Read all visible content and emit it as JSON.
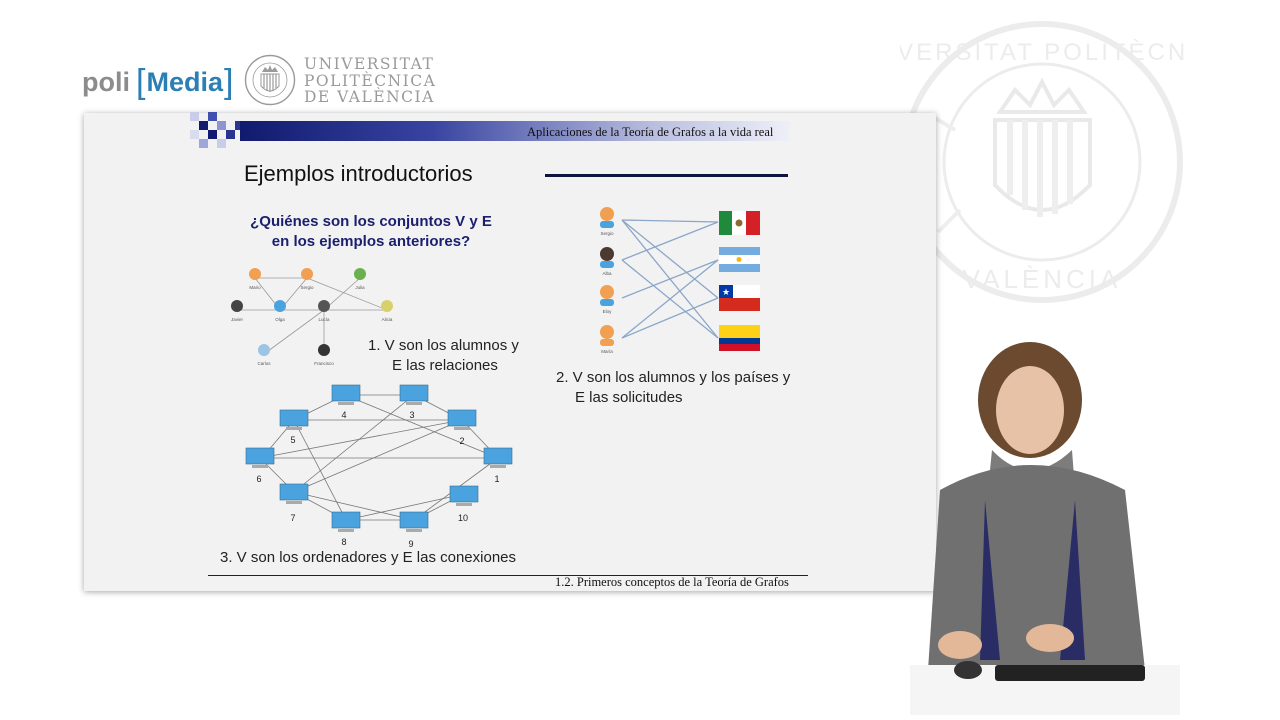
{
  "header": {
    "brand_left": "poli",
    "brand_bracket_open": "[",
    "brand_right": "Media",
    "brand_bracket_close": "]",
    "university_lines": [
      "UNIVERSITAT",
      "POLITÈCNICA",
      "DE VALÈNCIA"
    ]
  },
  "slide": {
    "topic": "Aplicaciones de la Teoría de Grafos a la vida real",
    "title": "Ejemplos introductorios",
    "question_line1": "¿Quiénes son los conjuntos V y E",
    "question_line2": "en los ejemplos anteriores?",
    "example1_line1": "1.  V son los alumnos y",
    "example1_line2": "E las relaciones",
    "example2_line1": "2. V son los alumnos y los países y",
    "example2_line2": "E las solicitudes",
    "example3": "3.  V son los ordenadores y E las conexiones",
    "footer": "1.2. Primeros conceptos de la Teoría de Grafos"
  },
  "graph1": {
    "nodes": [
      "Mario",
      "Sergio",
      "Julia",
      "Javier",
      "Olga",
      "Lucía",
      "Alicia",
      "Carlos",
      "Francisco"
    ]
  },
  "graph2": {
    "students": [
      "Sergio",
      "Alba",
      "Eloy",
      "María"
    ],
    "countries": [
      "México",
      "Argentina",
      "Chile",
      "Colombia"
    ]
  },
  "graph3": {
    "nodes": [
      "1",
      "2",
      "3",
      "4",
      "5",
      "6",
      "7",
      "8",
      "9",
      "10"
    ]
  },
  "colors": {
    "slide_bg": "#f2f2f2",
    "accent_dark": "#1a1f6e",
    "brand_blue": "#2b7fb4",
    "edge_blue": "#8aa6c8"
  }
}
